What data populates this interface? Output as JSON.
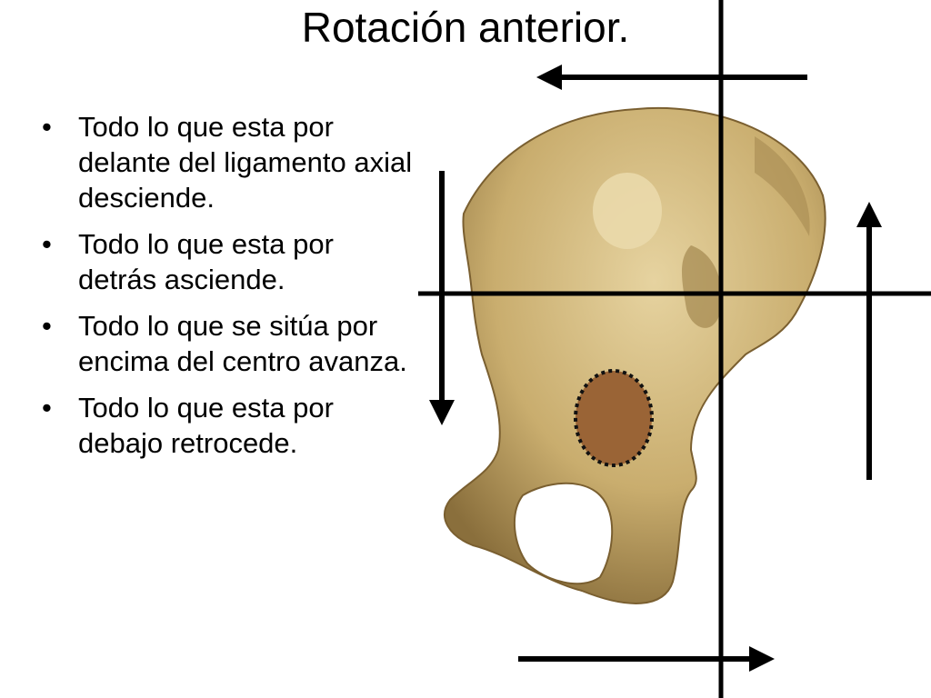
{
  "slide": {
    "title": "Rotación anterior.",
    "bullet_symbol": "•",
    "bullets": [
      "Todo lo que esta por delante del  ligamento axial desciende.",
      "Todo lo que esta por detrás  asciende.",
      "Todo lo que se sitúa por encima del centro avanza.",
      "Todo lo que esta por debajo retrocede."
    ]
  },
  "colors": {
    "bone": "#c9ad6e",
    "bone_light": "#e2cf9c",
    "bone_shadow": "#8a6f3c",
    "acetabulum_fill": "#9a6436",
    "lines": "#000000"
  },
  "icons": {
    "arrow_top": "arrow-left-icon",
    "arrow_bottom": "arrow-right-icon",
    "arrow_left_side": "arrow-down-icon",
    "arrow_right_side": "arrow-up-icon"
  }
}
